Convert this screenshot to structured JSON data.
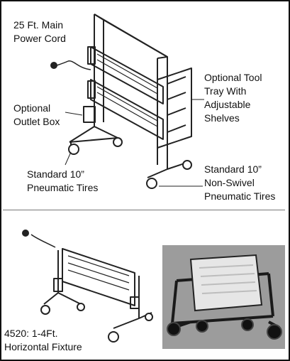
{
  "callouts": {
    "main_power_cord": [
      "25 Ft. Main",
      "Power Cord"
    ],
    "outlet_box": [
      "Optional",
      "Outlet Box"
    ],
    "tool_tray": [
      "Optional Tool",
      "Tray With",
      "Adjustable",
      "Shelves"
    ],
    "standard_tires": [
      "Standard 10”",
      "Pneumatic Tires"
    ],
    "non_swivel_tires": [
      "Standard 10”",
      "Non-Swivel",
      "Pneumatic Tires"
    ],
    "horizontal_fixture": [
      "4520: 1-4Ft.",
      "Horizontal Fixture"
    ]
  },
  "colors": {
    "border": "#111111",
    "line": "#222222",
    "photo_bg": "#9c9c9c",
    "lamp": "#e6e6e6"
  }
}
